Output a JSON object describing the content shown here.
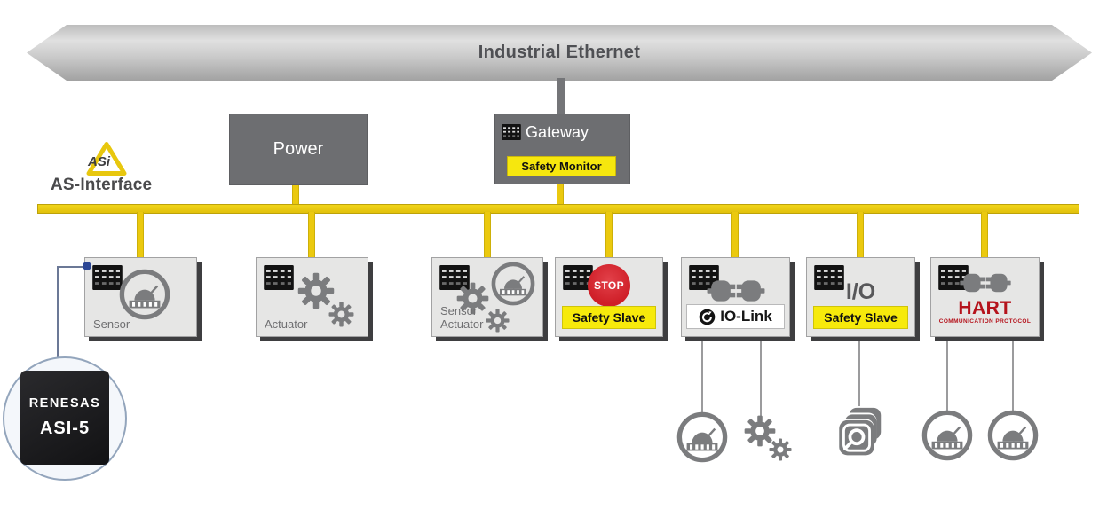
{
  "banner": {
    "title": "Industrial Ethernet"
  },
  "asi": {
    "logo_text": "ASi",
    "label": "AS-Interface"
  },
  "power": {
    "label": "Power"
  },
  "gateway": {
    "label": "Gateway",
    "badge": "Safety Monitor"
  },
  "devices": {
    "sensor": {
      "label": "Sensor"
    },
    "actuator": {
      "label": "Actuator"
    },
    "sensor_actuator": {
      "label_line1": "Sensor",
      "label_line2": "Actuator"
    },
    "safety_slave": {
      "stop_label": "STOP",
      "badge": "Safety Slave"
    },
    "io_link": {
      "logo_label": "IO-Link"
    },
    "io": {
      "label": "I/O",
      "badge": "Safety Slave"
    },
    "hart": {
      "logo_label": "HART",
      "logo_sub": "COMMUNICATION PROTOCOL"
    }
  },
  "chip_callout": {
    "brand": "RENESAS",
    "part": "ASI-5"
  },
  "icons": {
    "chip": "chip-icon",
    "gauge": "gauge-sensor-icon",
    "gear": "gear-actuator-icon",
    "plug": "plug-connector-icon",
    "stop": "stop-sign-icon",
    "io_link_swirl": "io-link-swirl-icon",
    "proximity": "proximity-sensor-icon",
    "asi_triangle": "asi-triangle-icon"
  },
  "colors": {
    "asi_yellow": "#EBC90E",
    "badge_yellow": "#F6E70E",
    "box_gray": "#6D6E71",
    "device_fill": "#E6E6E5",
    "icon_gray": "#7B7C7E",
    "stop_red": "#CF1F28",
    "hart_red": "#B5121B",
    "callout_blue": "#2C4795",
    "banner_gray": "#C6C6C6"
  }
}
